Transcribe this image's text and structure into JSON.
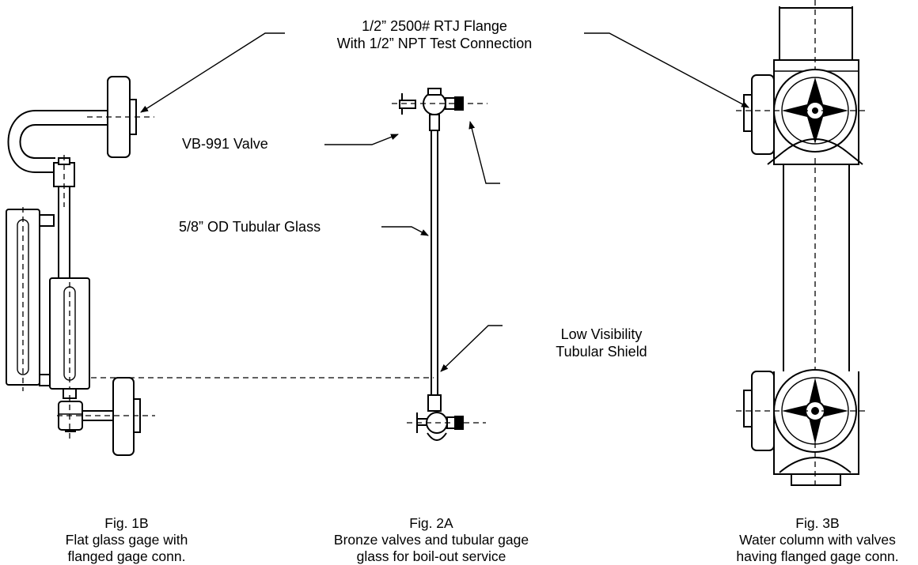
{
  "callouts": {
    "flange_line1": "1/2” 2500# RTJ Flange",
    "flange_line2": "With 1/2” NPT Test Connection",
    "valve": "VB-991 Valve",
    "tubular_glass": "5/8” OD Tubular Glass",
    "shield_line1": "Low Visibility",
    "shield_line2": "Tubular Shield"
  },
  "figures": [
    {
      "number": "Fig. 1B",
      "caption_line1": "Flat glass gage  with",
      "caption_line2": "flanged gage conn."
    },
    {
      "number": "Fig. 2A",
      "caption_line1": "Bronze valves and tubular gage",
      "caption_line2": "glass for boil-out service"
    },
    {
      "number": "Fig. 3B",
      "caption_line1": "Water column with valves",
      "caption_line2": "having flanged gage conn."
    }
  ]
}
